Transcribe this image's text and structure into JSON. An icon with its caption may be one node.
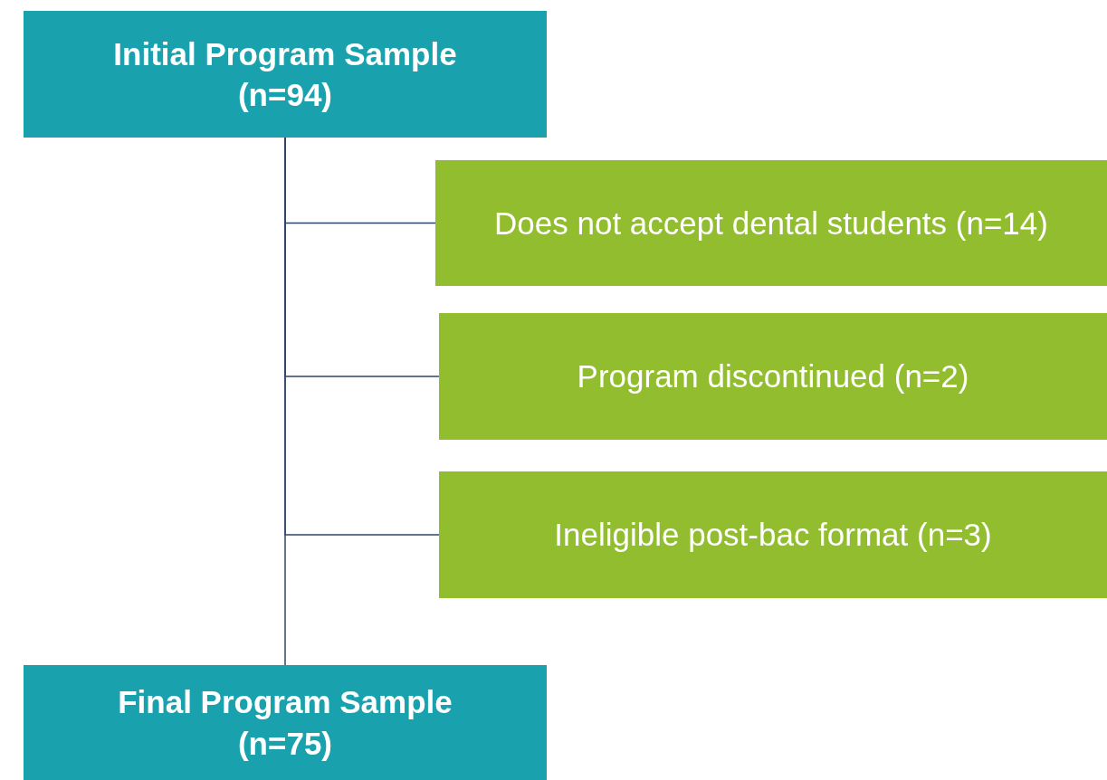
{
  "diagram": {
    "nodes": [
      {
        "text": [
          "Initial Program Sample (n=94)"
        ]
      },
      {
        "text": [
          "Does not accept dental students (n=14)"
        ]
      },
      {
        "text": [
          "Program discontinued (n=2)"
        ]
      },
      {
        "text": [
          "Ineligible post-bac format (n=3)"
        ]
      },
      {
        "text": [
          "Final Program Sample (n=75)"
        ]
      }
    ],
    "edges": [
      {
        "from": 0,
        "to": 1,
        "arrow": "none"
      },
      {
        "from": 0,
        "to": 2,
        "arrow": "none"
      },
      {
        "from": 0,
        "to": 3,
        "arrow": "none"
      },
      {
        "from": 0,
        "to": 4,
        "arrow": "none"
      }
    ]
  }
}
